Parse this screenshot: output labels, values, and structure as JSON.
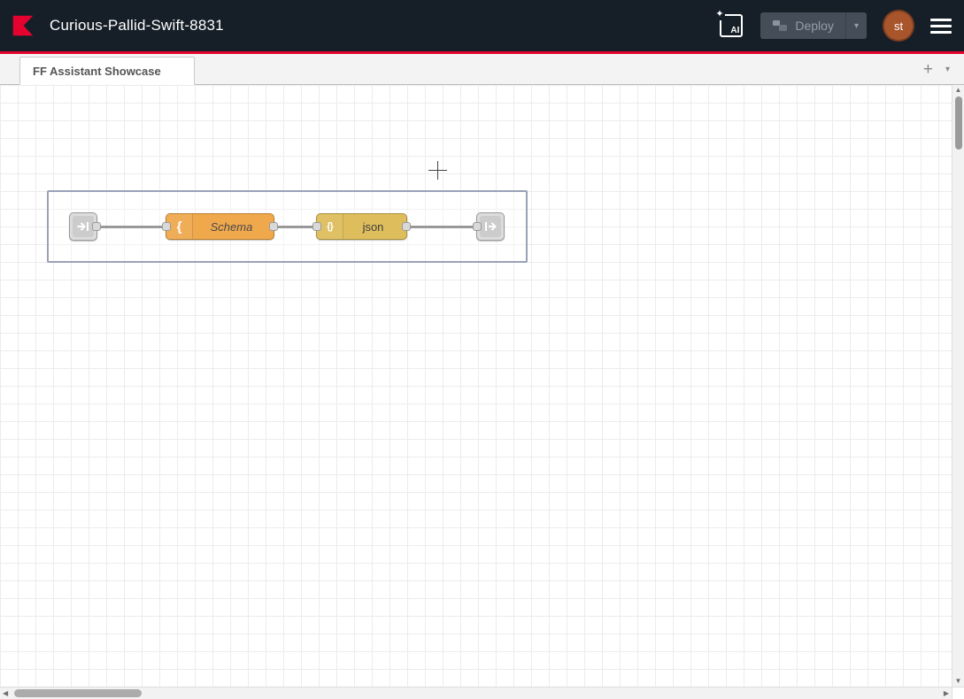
{
  "header": {
    "title": "Curious-Pallid-Swift-8831",
    "ai_button_label": "AI",
    "ai_sparkle": "✦",
    "deploy": {
      "label": "Deploy",
      "chevron": "▾"
    },
    "avatar_initials": "st",
    "colors": {
      "background": "#161f28",
      "accent_red": "#e4032e"
    }
  },
  "tab_bar": {
    "tabs": [
      {
        "label": "FF Assistant Showcase",
        "active": true
      }
    ],
    "add_button": "+",
    "list_chevron": "▾"
  },
  "canvas": {
    "group": {
      "nodes": [
        {
          "type": "link in",
          "name": "link-in-node"
        },
        {
          "type": "schema",
          "label": "Schema",
          "icon_glyph": "{",
          "color": "#f0a84d"
        },
        {
          "type": "json",
          "label": "json",
          "icon_glyph": "{}",
          "color": "#debd5c"
        },
        {
          "type": "link out",
          "name": "link-out-node"
        }
      ],
      "wire_color": "#999999"
    }
  },
  "scrollbars": {
    "up_arrow": "▲",
    "down_arrow": "▼",
    "left_arrow": "◀",
    "right_arrow": "▶"
  },
  "icons": {
    "logo": "flowfuse-logo",
    "ai": "ai-assistant-icon",
    "deploy": "deploy-icon",
    "menu": "hamburger-menu-icon",
    "link_in": "link-in-icon",
    "link_out": "link-out-icon"
  }
}
